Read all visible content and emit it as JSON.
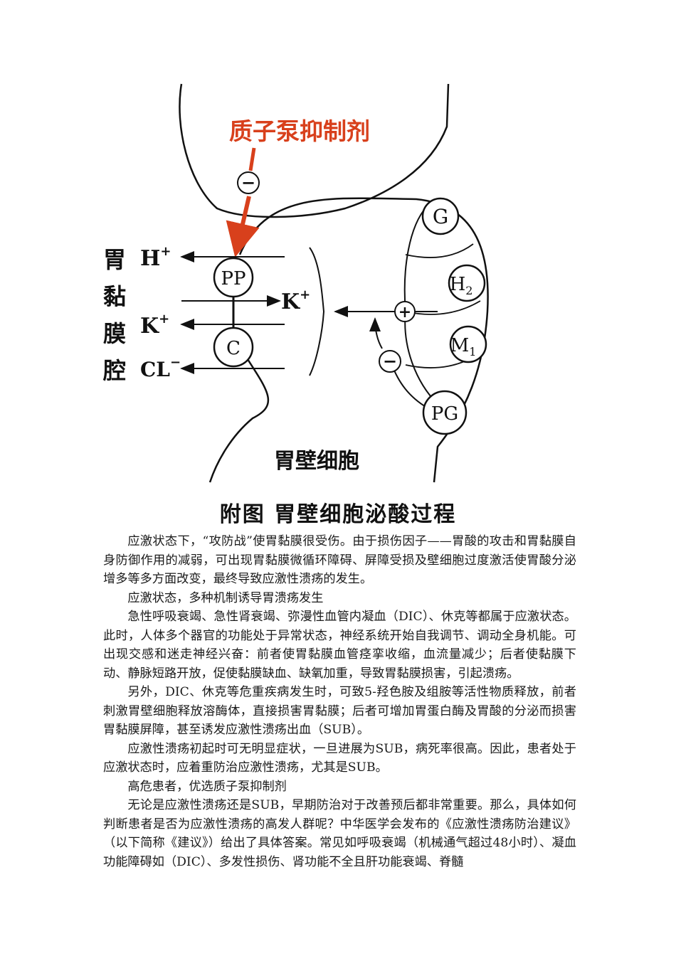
{
  "figure": {
    "ppi_label": "质子泵抑制剂",
    "minus_sign": "−",
    "plus_sign": "+",
    "lumen_label": [
      "胃",
      "黏",
      "膜",
      "腔"
    ],
    "ion_h": "H",
    "ion_h_sup": "+",
    "ion_k_in": "K",
    "ion_k_in_sup": "+",
    "ion_k_out": "K",
    "ion_k_out_sup": "+",
    "ion_cl": "CL",
    "ion_cl_sup": "−",
    "pump_pp": "PP",
    "pump_c": "C",
    "receptor_g": "G",
    "receptor_h2": "H",
    "receptor_h2_sub": "2",
    "receptor_m1": "M",
    "receptor_m1_sub": "1",
    "receptor_pg": "PG",
    "cell_label": "胃壁细胞",
    "accent_color": "#d8401c"
  },
  "caption": "附图  胃壁细胞泌酸过程",
  "paragraphs": [
    "应激状态下，“攻防战”使胃黏膜很受伤。由于损伤因子——胃酸的攻击和胃黏膜自身防御作用的减弱，可出现胃黏膜微循环障碍、屏障受损及壁细胞过度激活使胃酸分泌增多等多方面改变，最终导致应激性溃疡的发生。",
    "应激状态，多种机制诱导胃溃疡发生",
    "急性呼吸衰竭、急性肾衰竭、弥漫性血管内凝血（DIC）、休克等都属于应激状态。此时，人体多个器官的功能处于异常状态，神经系统开始自我调节、调动全身机能。可出现交感和迷走神经兴奋：前者使胃黏膜血管痉挛收缩，血流量减少；后者使黏膜下动、静脉短路开放，促使黏膜缺血、缺氧加重，导致胃黏膜损害，引起溃疡。",
    "另外，DIC、休克等危重疾病发生时，可致5-羟色胺及组胺等活性物质释放，前者刺激胃壁细胞释放溶酶体，直接损害胃黏膜；后者可增加胃蛋白酶及胃酸的分泌而损害胃黏膜屏障，甚至诱发应激性溃疡出血（SUB）。",
    "应激性溃疡初起时可无明显症状，一旦进展为SUB，病死率很高。因此，患者处于应激状态时，应着重防治应激性溃疡，尤其是SUB。",
    "高危患者，优选质子泵抑制剂",
    "无论是应激性溃疡还是SUB，早期防治对于改善预后都非常重要。那么，具体如何判断患者是否为应激性溃疡的高发人群呢？中华医学会发布的《应激性溃疡防治建议》（以下简称《建议》）给出了具体答案。常见如呼吸衰竭（机械通气超过48小时）、凝血功能障碍如（DIC）、多发性损伤、肾功能不全且肝功能衰竭、脊髓"
  ]
}
